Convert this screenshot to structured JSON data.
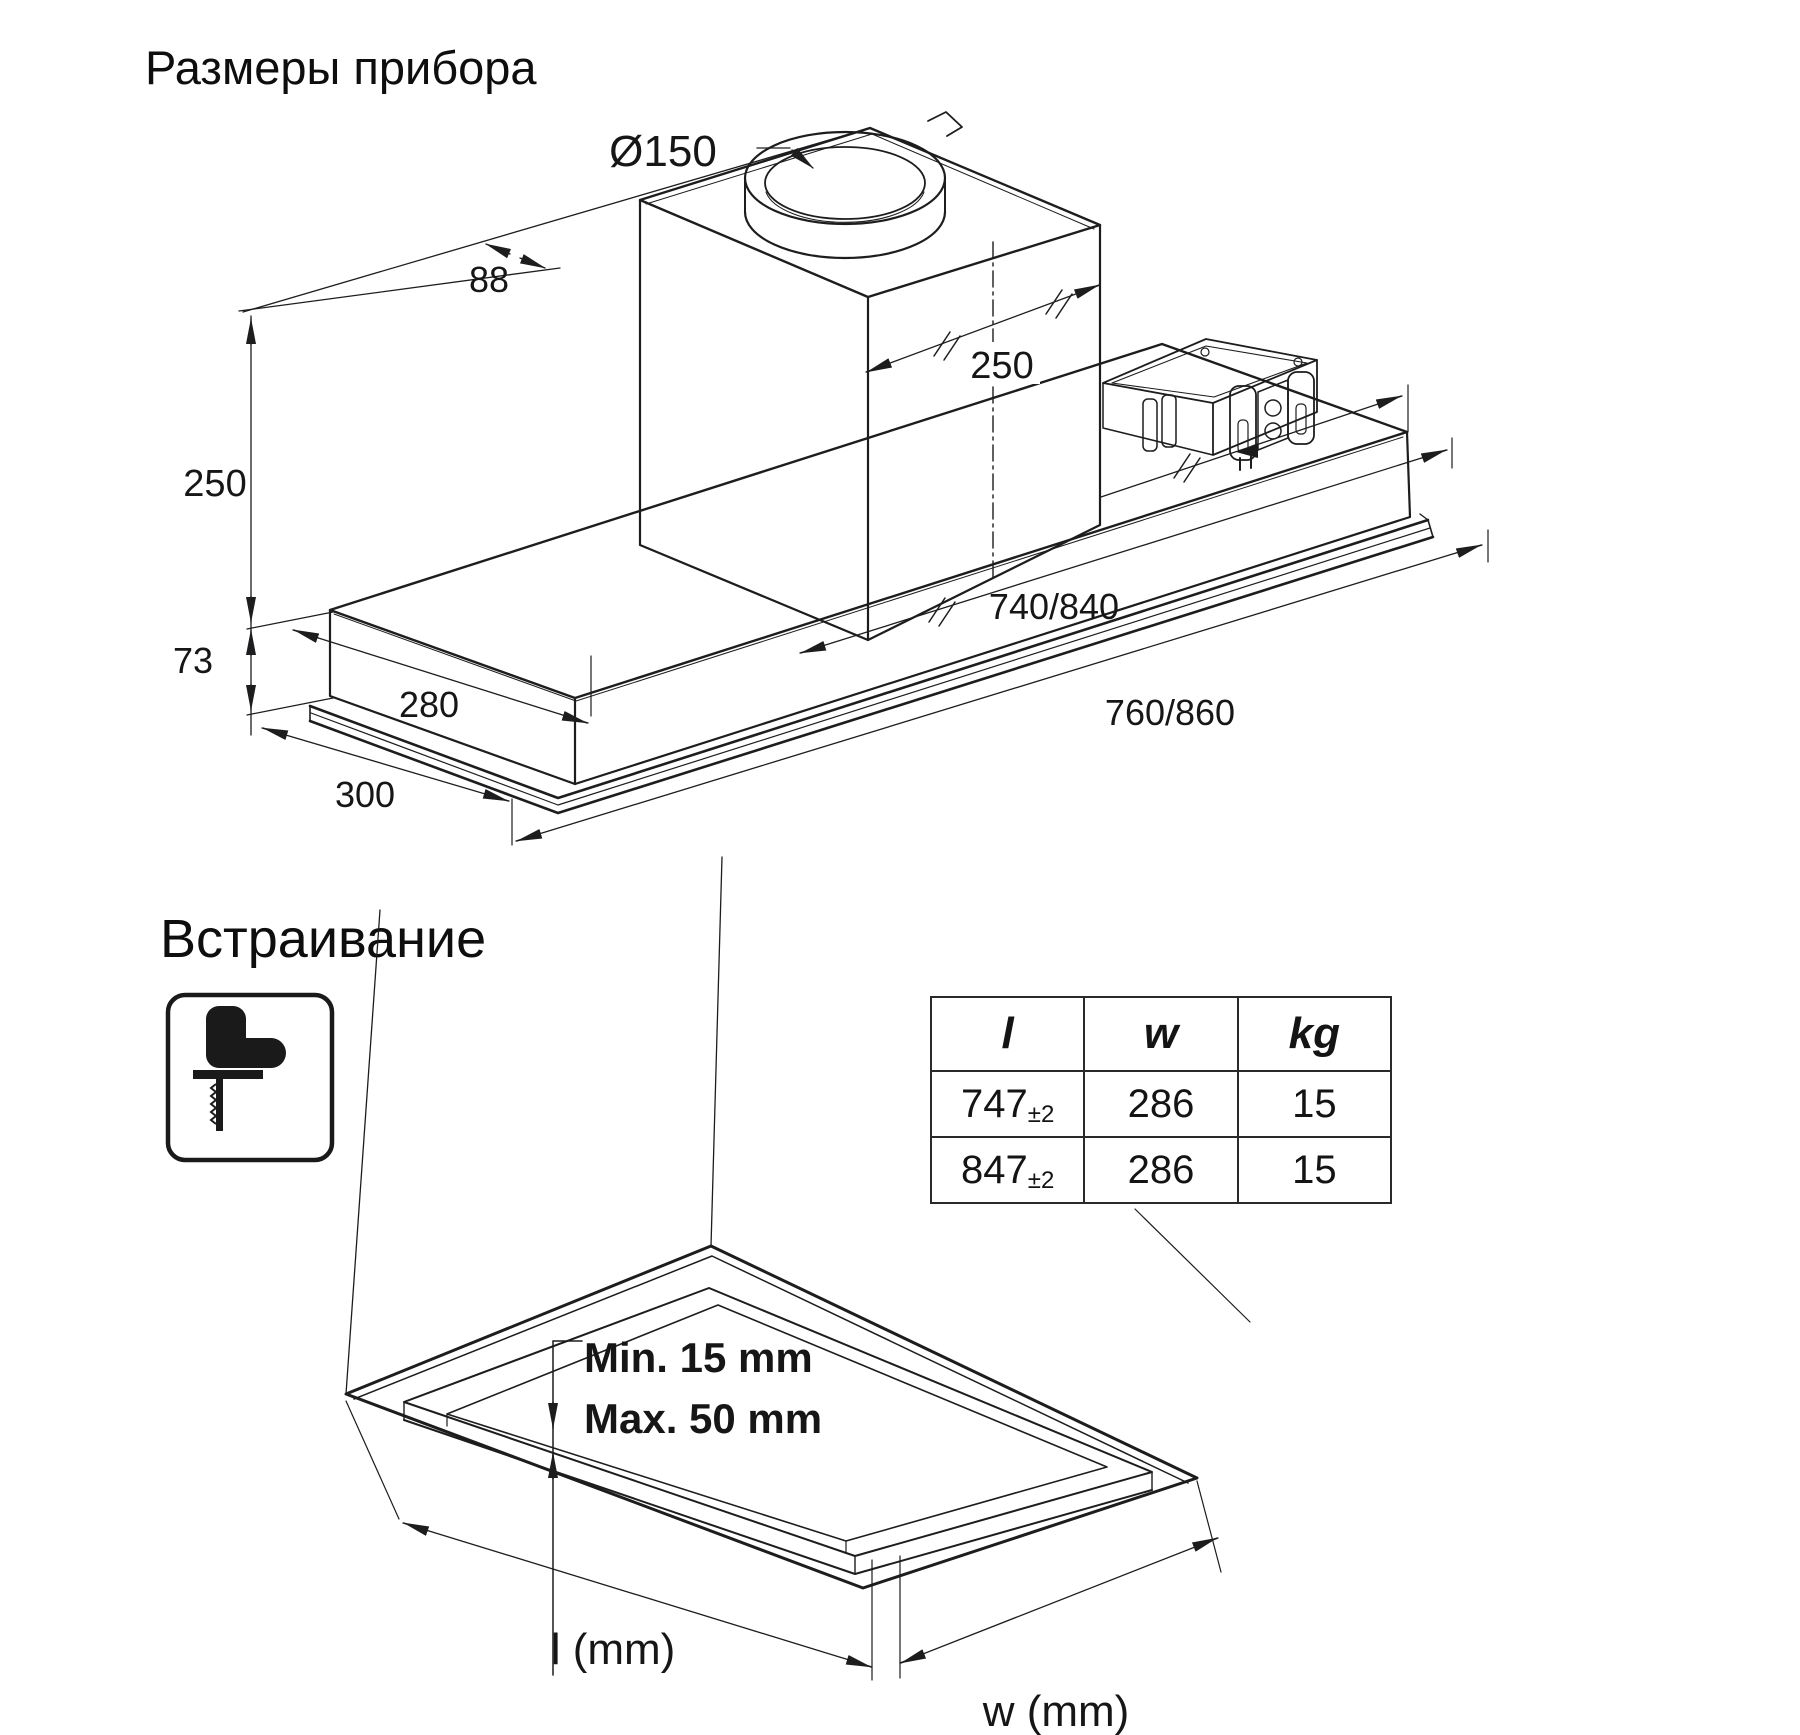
{
  "page": {
    "background": "#ffffff",
    "line_color": "#1d1d1f",
    "text_color": "#161616",
    "icon_color": "#1a1a1a",
    "table_border_color": "#2a2a2a"
  },
  "section_dimensions": {
    "title": "Размеры прибора",
    "labels": {
      "duct_diameter": "Ø150",
      "back_offset": "88",
      "duct_depth": "250",
      "total_height": "250",
      "body_height": "73",
      "inner_width": "280",
      "outer_width": "300",
      "inner_length": "740/840",
      "outer_length": "760/860"
    }
  },
  "section_installation": {
    "title": "Встраивание",
    "icon": "jigsaw-icon",
    "table": {
      "headers": [
        "l",
        "w",
        "kg"
      ],
      "rows": [
        {
          "l": "747",
          "l_tol": "±2",
          "w": "286",
          "kg": "15"
        },
        {
          "l": "847",
          "l_tol": "±2",
          "w": "286",
          "kg": "15"
        }
      ]
    },
    "cutout": {
      "min_depth": "Min. 15 mm",
      "max_depth": "Max. 50 mm",
      "length_label": "l (mm)",
      "width_label": "w (mm)"
    }
  }
}
